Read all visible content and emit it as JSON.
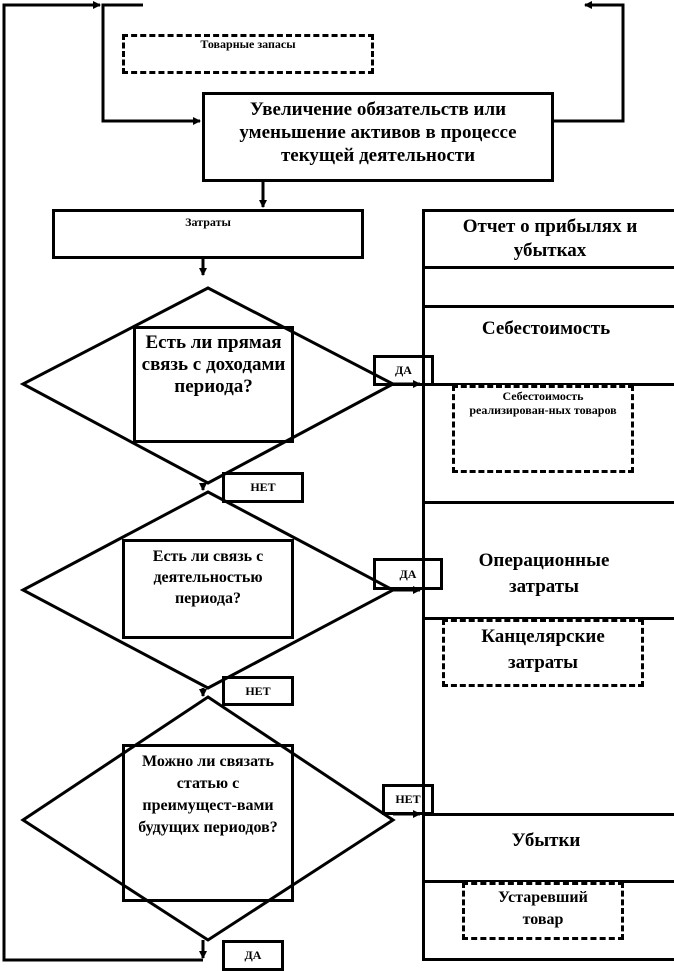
{
  "diagram": {
    "inventory_box": {
      "label": "Товарные запасы"
    },
    "main_process": {
      "label": "Увеличение  обязательств  или уменьшение  активов в процессе  текущей деятельности"
    },
    "costs_box": {
      "label": "Затраты"
    },
    "decisions": [
      {
        "question": "Есть  ли прямая связь с доходами периода?",
        "yes_label": "ДА",
        "no_label": "НЕТ"
      },
      {
        "question": "Есть ли связь с деятельностью периода?",
        "yes_label": "ДА",
        "no_label": "НЕТ"
      },
      {
        "question": "Можно ли связать  статью с преимущест-вами будущих периодов?",
        "yes_label": "ДА",
        "no_label": "НЕТ"
      }
    ],
    "report": {
      "title": "Отчет  о прибылях и убытках",
      "sections": [
        {
          "heading": "Себестоимость",
          "item": "Себестоимость реализирован-ных товаров"
        },
        {
          "heading": "Операционные затраты",
          "item": "Канцелярские затраты"
        },
        {
          "heading": "Убытки",
          "item": "Устаревший товар"
        }
      ]
    }
  }
}
